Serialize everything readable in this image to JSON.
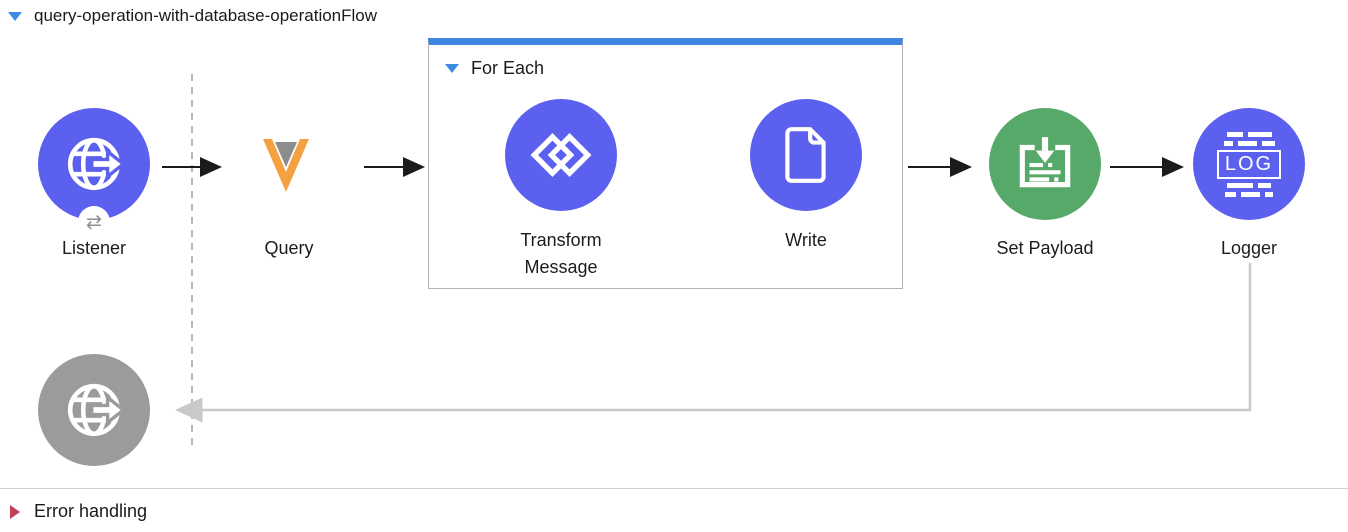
{
  "flow": {
    "title": "query-operation-with-database-operationFlow",
    "scope": {
      "label": "For Each"
    },
    "error_handling": {
      "label": "Error handling"
    },
    "nodes": {
      "listener": {
        "label": "Listener",
        "icon": "globe-arrow-icon",
        "badge_glyph": "⇄",
        "badge_icon": "exchange-arrows-icon"
      },
      "query": {
        "label": "Query",
        "icon": "veeva-icon"
      },
      "transform": {
        "label": "Transform Message",
        "icon": "dataweave-icon"
      },
      "write": {
        "label": "Write",
        "icon": "document-icon"
      },
      "set_payload": {
        "label": "Set Payload",
        "icon": "set-payload-icon"
      },
      "logger": {
        "label": "Logger",
        "icon": "log-icon",
        "icon_text": "LOG"
      },
      "error_source": {
        "label": "",
        "icon": "globe-arrow-icon"
      }
    },
    "colors": {
      "node_blue": "#5B61EE",
      "node_green": "#56A968",
      "node_gray": "#9B9B9B",
      "scope_bar_blue": "#3D87E0",
      "collapse_triangle_blue": "#3E8AE4",
      "error_triangle_red": "#C24054",
      "veeva_orange": "#F4A142",
      "veeva_gray": "#8D8D8D",
      "arrow_black": "#1B1B1B",
      "return_line_gray": "#C9C9C9"
    }
  }
}
